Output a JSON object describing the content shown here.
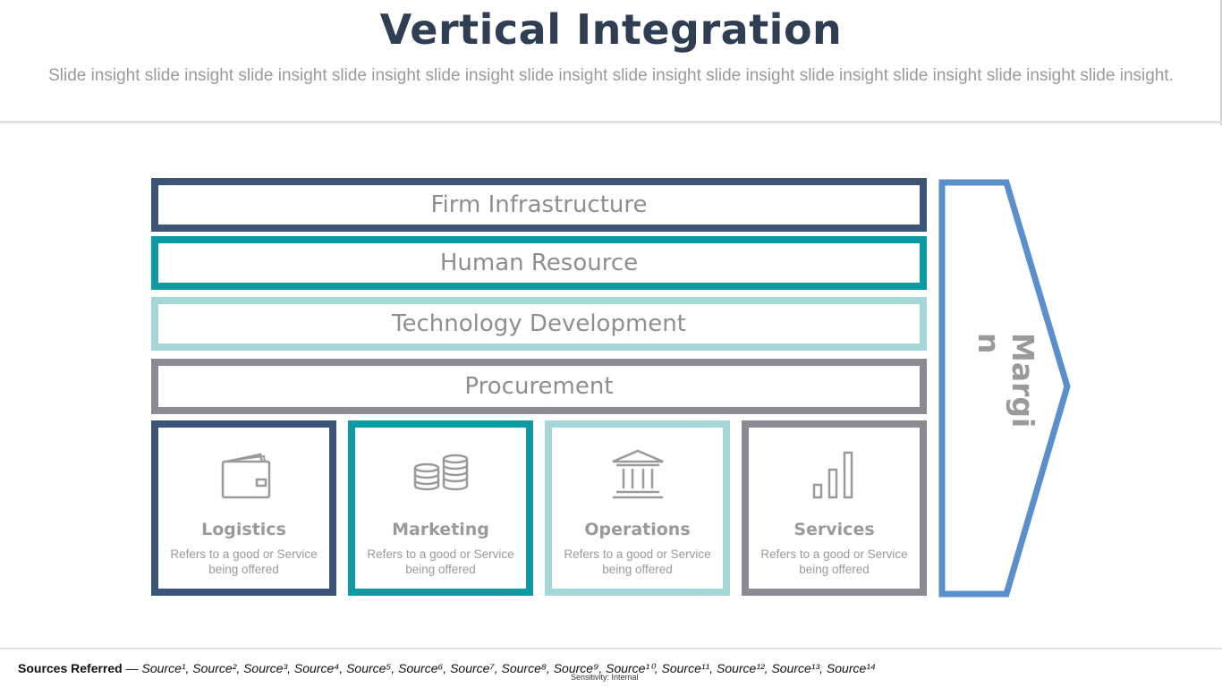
{
  "header": {
    "title": "Vertical Integration",
    "subtitle": "Slide insight slide insight slide insight slide insight slide insight slide insight slide insight slide insight slide insight slide insight slide insight slide insight."
  },
  "support_activities": [
    {
      "label": "Firm Infrastructure",
      "color": "#3a5577"
    },
    {
      "label": "Human Resource",
      "color": "#0d9aa3"
    },
    {
      "label": "Technology Development",
      "color": "#a6d7d8"
    },
    {
      "label": "Procurement",
      "color": "#8a8b92"
    }
  ],
  "primary_activities": [
    {
      "name": "Logistics",
      "description": "Refers to a good or Service being offered",
      "icon": "wallet-icon",
      "color": "#3a5577"
    },
    {
      "name": "Marketing",
      "description": "Refers to a good or Service being offered",
      "icon": "coins-icon",
      "color": "#0d9aa3"
    },
    {
      "name": "Operations",
      "description": "Refers to a good or Service being offered",
      "icon": "bank-icon",
      "color": "#a6d7d8"
    },
    {
      "name": "Services",
      "description": "Refers to a good or Service being offered",
      "icon": "bar-chart-icon",
      "color": "#8a8b92"
    }
  ],
  "margin": {
    "label": "Margin",
    "color": "#5b8fcc"
  },
  "footer": {
    "sources_lead": "Sources Referred",
    "sources_list": " — Source¹, Source², Source³, Source⁴, Source⁵, Source⁶, Source⁷, Source⁸, Source⁹, Source¹⁰, Source¹¹, Source¹², Source¹³, Source¹⁴",
    "sensitivity": "Sensitivity: Internal"
  }
}
